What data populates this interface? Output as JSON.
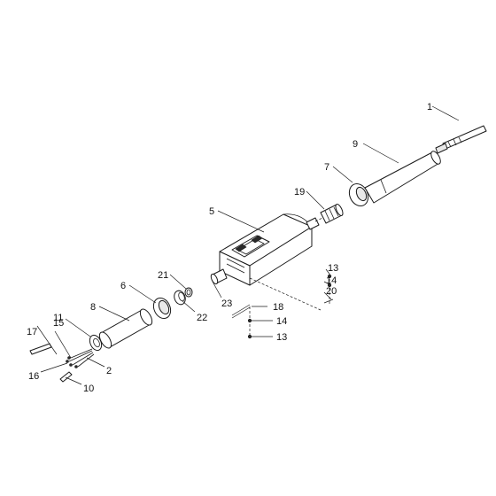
{
  "callouts": {
    "c1": "1",
    "c2": "2",
    "c5": "5",
    "c6": "6",
    "c7": "7",
    "c8": "8",
    "c9": "9",
    "c10": "10",
    "c11": "11",
    "c13a": "13",
    "c13b": "13",
    "c14a": "14",
    "c14b": "14",
    "c15": "15",
    "c16": "16",
    "c17": "17",
    "c18": "18",
    "c19": "19",
    "c20": "20",
    "c21": "21",
    "c22": "22",
    "c23": "23"
  }
}
